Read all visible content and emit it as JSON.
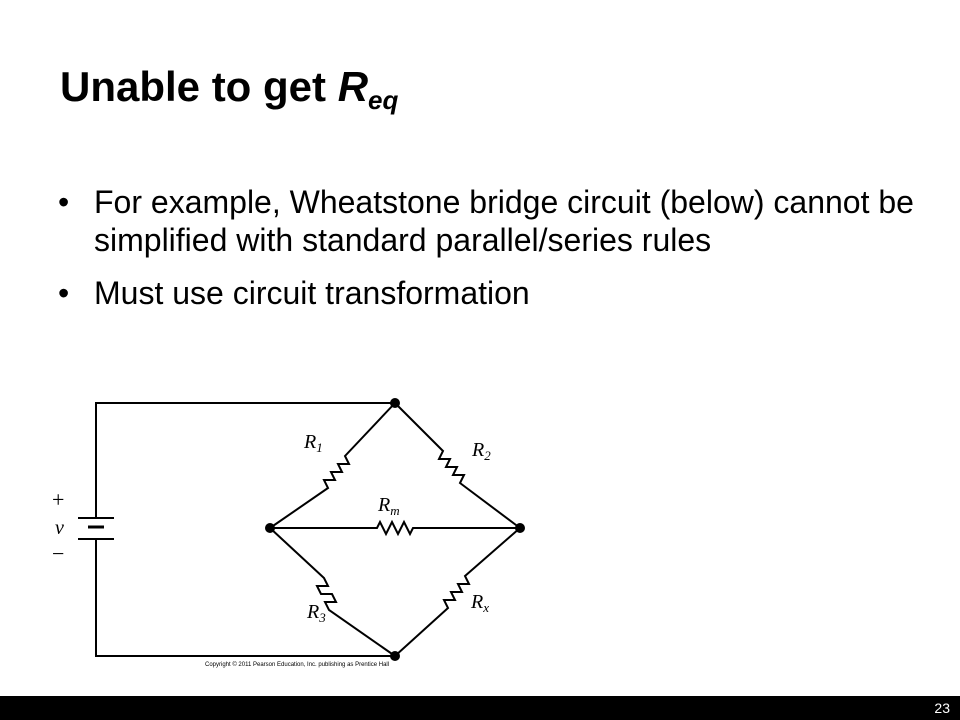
{
  "slide": {
    "title_prefix": "Unable to get ",
    "title_var": "R",
    "title_sub": "eq",
    "bullets": [
      "For example, Wheatstone bridge circuit (below) cannot be simplified with standard parallel/series rules",
      "Must use circuit transformation"
    ],
    "bullet_glyph": "•",
    "page_number": "23"
  },
  "circuit": {
    "source_plus": "+",
    "source_label": "v",
    "source_minus": "−",
    "r1": {
      "main": "R",
      "sub": "1"
    },
    "r2": {
      "main": "R",
      "sub": "2"
    },
    "r3": {
      "main": "R",
      "sub": "3"
    },
    "rm": {
      "main": "R",
      "sub": "m"
    },
    "rx": {
      "main": "R",
      "sub": "x"
    },
    "copyright": "Copyright © 2011 Pearson Education, Inc. publishing as Prentice Hall"
  }
}
